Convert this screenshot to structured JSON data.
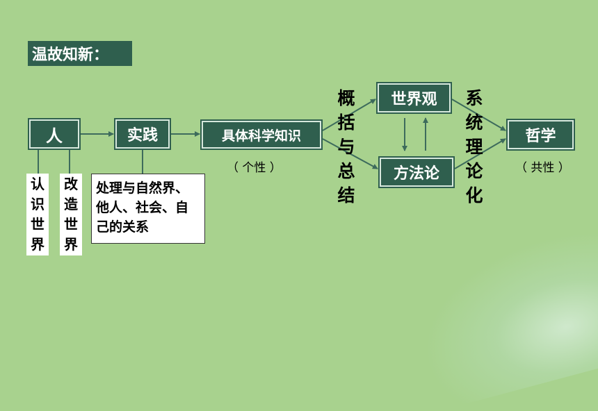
{
  "title": "温故知新：",
  "nodes": {
    "ren": "人",
    "shijian": "实践",
    "juti": "具体科学知识",
    "shijieguan": "世界观",
    "fangfalun": "方法论",
    "zhexue": "哲学"
  },
  "vertical_boxes": {
    "renshi": "认识世界",
    "gaizao": "改造世界"
  },
  "relation_text": "处理与自然界、他人、社会、自己的关系",
  "paren": {
    "gexing": "（ 个性 ）",
    "gongxing": "（ 共性 ）"
  },
  "vertical_labels": {
    "gaikuo": "概括与总结",
    "xitong": "系统理论化"
  },
  "colors": {
    "background": "#a8d28e",
    "node_fill": "#2f5f4e",
    "line": "#3d6b5c"
  }
}
